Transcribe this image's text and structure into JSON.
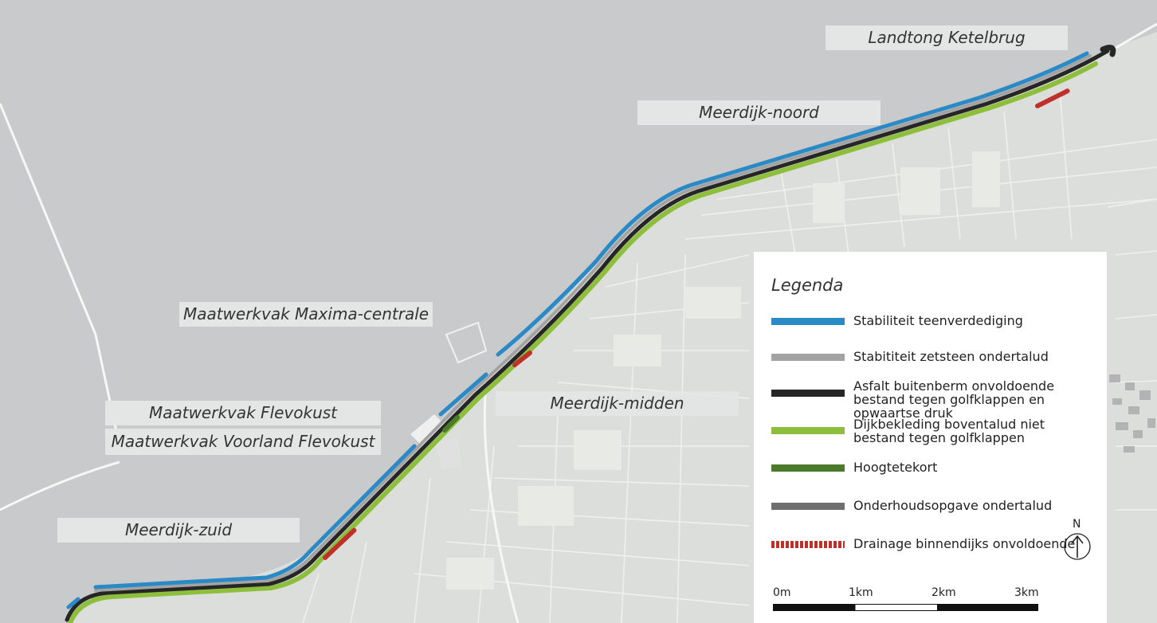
{
  "map": {
    "labels": {
      "landtong": "Landtong Ketelbrug",
      "meerdijk_noord": "Meerdijk-noord",
      "maxima": "Maatwerkvak Maxima-centrale",
      "meerdijk_midden": "Meerdijk-midden",
      "flevokust": "Maatwerkvak Flevokust",
      "voorland": "Maatwerkvak Voorland Flevokust",
      "meerdijk_zuid": "Meerdijk-zuid"
    },
    "colors": {
      "water": "#c9cacb",
      "land": "#dcdedb",
      "field": "#e6e8e4"
    }
  },
  "legend": {
    "title": "Legenda",
    "items": [
      {
        "key": "stabiliteit_teen",
        "label": "Stabiliteit teenverdediging",
        "color": "#2a8ac6"
      },
      {
        "key": "zetsteen",
        "label": "Stabititeit zetsteen ondertalud",
        "color": "#a3a3a3"
      },
      {
        "key": "asfalt",
        "label": "Asfalt buitenberm onvoldoende bestand tegen golfklappen en opwaartse druk",
        "color": "#262626"
      },
      {
        "key": "dijkbekleding",
        "label": "Dijkbekleding boventalud niet bestand tegen golfklappen",
        "color": "#8dbe3c"
      },
      {
        "key": "hoogtetekort",
        "label": "Hoogtetekort",
        "color": "#4a7a2a"
      },
      {
        "key": "onderhoud",
        "label": "Onderhoudsopgave ondertalud",
        "color": "#6e6e6e"
      },
      {
        "key": "drainage",
        "label": "Drainage binnendijks onvoldoende",
        "color": "#c0302b"
      }
    ],
    "north": "N",
    "scale": [
      "0m",
      "1km",
      "2km",
      "3km"
    ]
  }
}
